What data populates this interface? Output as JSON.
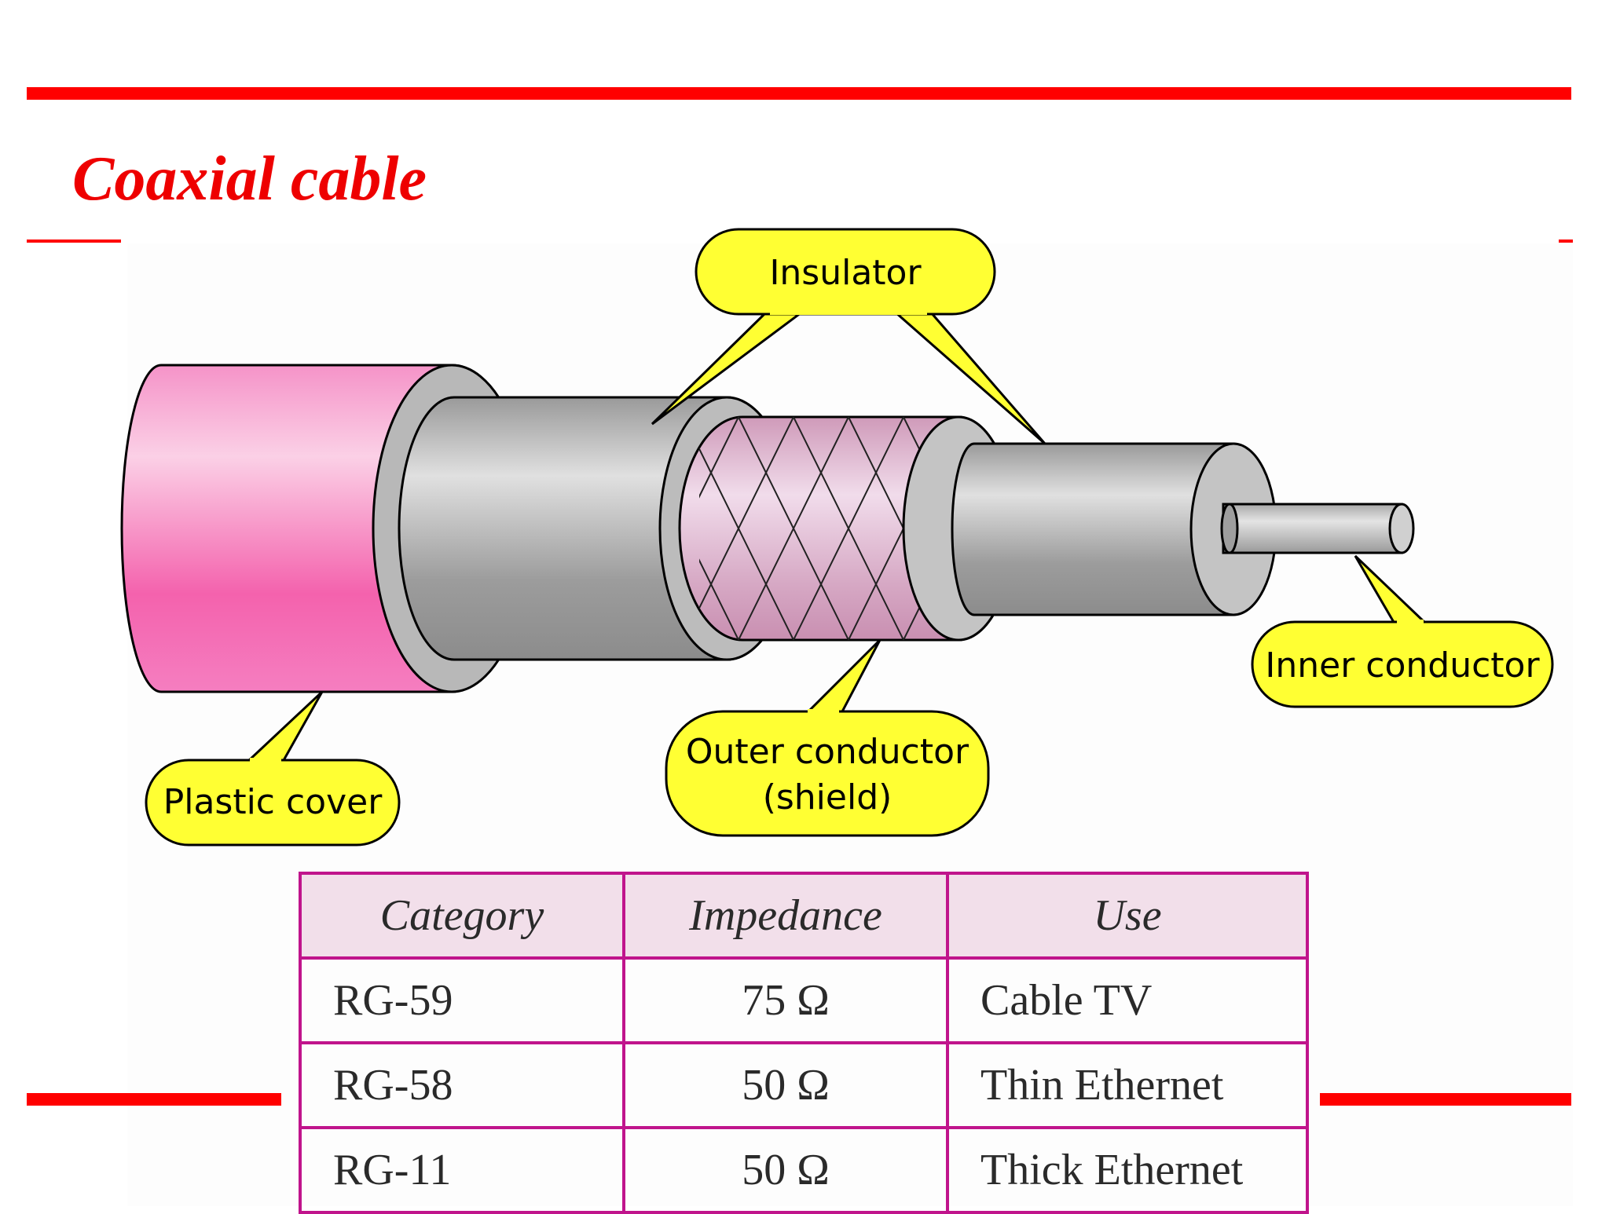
{
  "title": "Coaxial cable",
  "callouts": {
    "insulator": "Insulator",
    "inner_conductor": "Inner conductor",
    "outer_conductor_line1": "Outer conductor",
    "outer_conductor_line2": "(shield)",
    "plastic_cover": "Plastic cover"
  },
  "table": {
    "headers": [
      "Category",
      "Impedance",
      "Use"
    ],
    "rows": [
      {
        "category": "RG-59",
        "impedance": "75 Ω",
        "use": "Cable TV"
      },
      {
        "category": "RG-58",
        "impedance": "50 Ω",
        "use": "Thin Ethernet"
      },
      {
        "category": "RG-11",
        "impedance": "50 Ω",
        "use": "Thick Ethernet"
      }
    ]
  },
  "colors": {
    "accent_red": "#ff0000",
    "callout_yellow": "#ffff33",
    "plastic_pink": "#f57ec0",
    "table_border": "#c0148c",
    "table_header_bg": "#f2dfea"
  }
}
